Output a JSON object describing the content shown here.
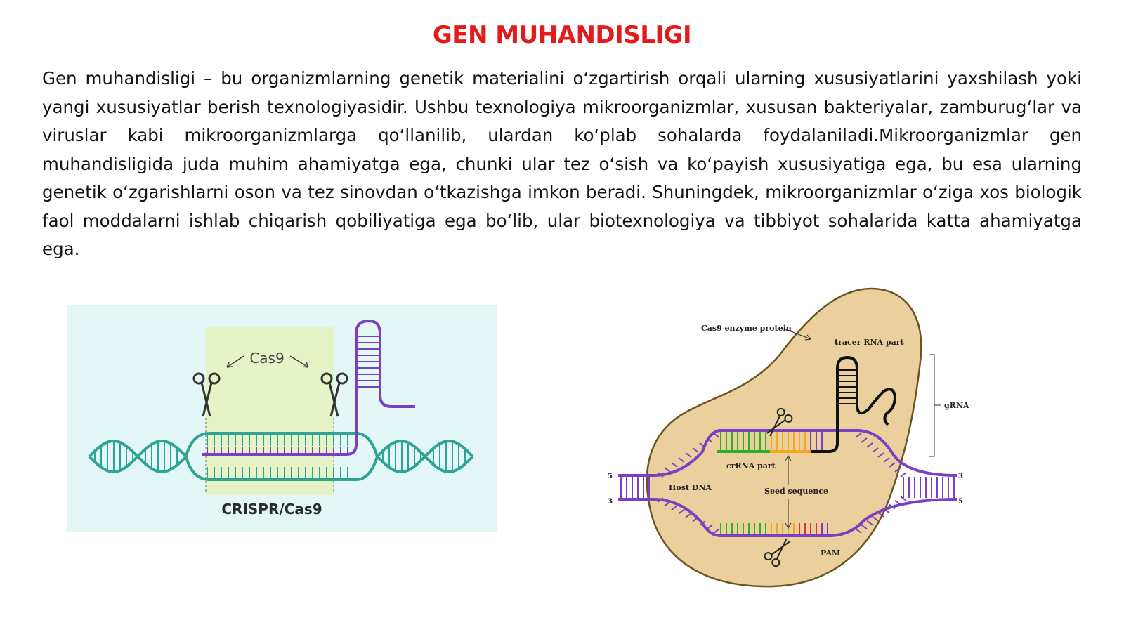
{
  "slide": {
    "title": "GEN MUHANDISLIGI",
    "paragraph": "Gen muhandisligi – bu organizmlarning genetik materialini o‘zgartirish orqali ularning xususiyatlarini yaxshilash yoki yangi xususiyatlar berish texnologiyasidir. Ushbu texnologiya mikroorganizmlar, xususan bakteriyalar, zamburug‘lar va viruslar kabi mikroorganizmlarga qo‘llanilib, ulardan ko‘plab sohalarda foydalaniladi.Mikroorganizmlar gen muhandisligida juda muhim ahamiyatga ega, chunki ular tez o‘sish va ko‘payish xususiyatiga ega, bu esa ularning genetik o‘zgarishlarni oson va tez sinovdan o‘tkazishga imkon beradi. Shuningdek, mikroorganizmlar o‘ziga xos biologik faol moddalarni ishlab chiqarish qobiliyatiga ega bo‘lib, ular biotexnologiya va tibbiyot sohalarida katta ahamiyatga ega."
  },
  "figure_left": {
    "cas9_label": "Cas9",
    "caption": "CRISPR/Cas9"
  },
  "figure_right": {
    "cas9_protein": "Cas9 enzyme protein",
    "tracer_rna": "tracer RNA part",
    "grna": "gRNA",
    "crrna": "crRNA part",
    "host_dna": "Host DNA",
    "seed_sequence": "Seed sequence",
    "pam": "PAM",
    "end_5_left": "5",
    "end_3_left": "3",
    "end_3_right": "3",
    "end_5_right": "5"
  },
  "colors": {
    "title": "#e31b1b",
    "panel_bg": "#e3f7f7",
    "highlight": "#e6f3c6",
    "dna_teal": "#2fa394",
    "rna_purple": "#7b3fc4",
    "cell_fill": "#ebcf9d",
    "green_base": "#2ab02a",
    "orange_base": "#f0a81e",
    "red_base": "#e0322e"
  }
}
